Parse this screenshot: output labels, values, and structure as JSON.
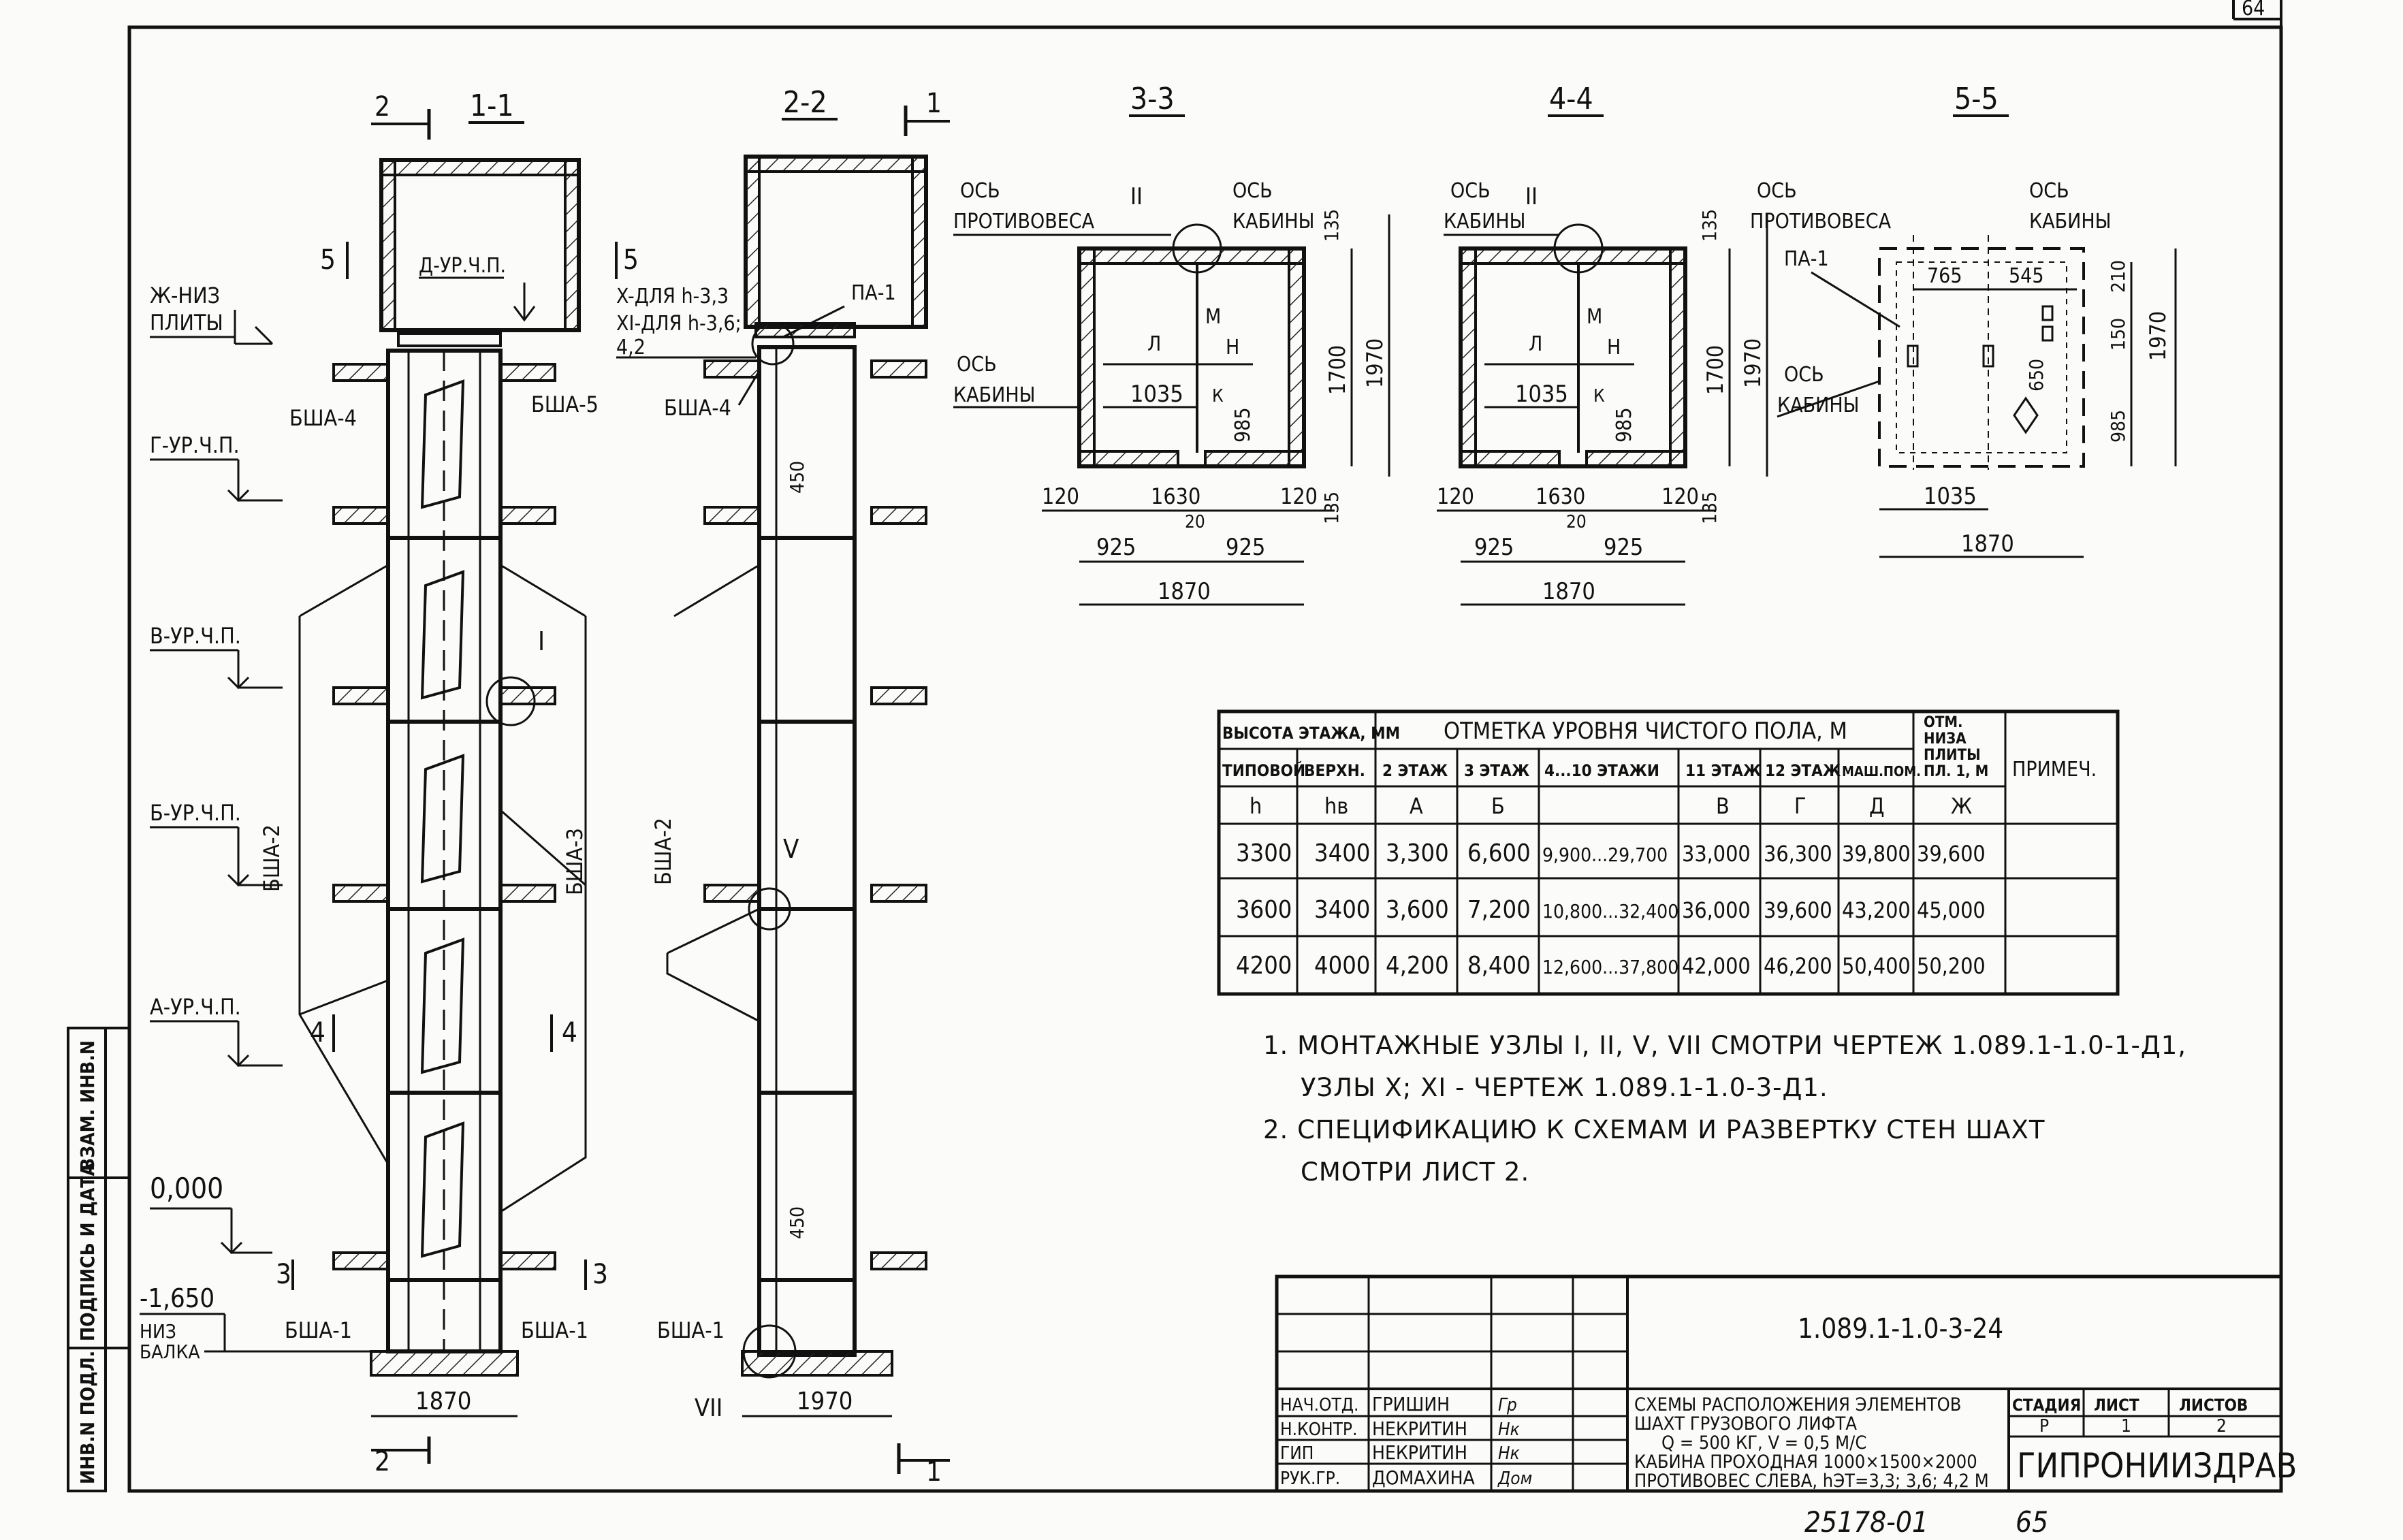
{
  "sheet": {
    "corner_number": "64",
    "bottom_number": "25178-01",
    "bottom_page": "65"
  },
  "side_stamp": [
    "ИНВ.N ПОДЛ.",
    "ПОДПИСЬ И ДАТА",
    "ВЗАМ. ИНВ.N"
  ],
  "sections": [
    "1-1",
    "2-2",
    "3-3",
    "4-4",
    "5-5"
  ],
  "cut_marks": [
    "2",
    "1",
    "5",
    "4",
    "3"
  ],
  "levels": {
    "zh": [
      "Ж-НИЗ",
      "ПЛИТЫ"
    ],
    "d": "Д-УР.Ч.П.",
    "g": "Г-УР.Ч.П.",
    "v": "В-УР.Ч.П.",
    "b": "Б-УР.Ч.П.",
    "a": "А-УР.Ч.П.",
    "zero": "0,000",
    "minus": "-1,650",
    "niz": "НИЗ",
    "balka": "БАЛКА"
  },
  "elements": {
    "bsha1": "БША-1",
    "bsha2": "БША-2",
    "bsha3": "БША-3",
    "bsha4": "БША-4",
    "bsha5": "БША-5",
    "pa1": "ПА-1"
  },
  "nodes": {
    "I": "I",
    "II": "II",
    "V": "V",
    "VII": "VII",
    "X": "X-ДЛЯ h-3,3",
    "XI": "XI-ДЛЯ h-3,6;",
    "XI2": "4,2"
  },
  "plan": {
    "os_protivovesa": [
      "ОСЬ",
      "ПРОТИВОВЕСА"
    ],
    "os_kabiny": [
      "ОСЬ",
      "КАБИНЫ"
    ],
    "m": "M",
    "l": "Л",
    "n": "Н",
    "k": "К",
    "dims": {
      "d1035": "1035",
      "d985": "985",
      "d1700": "1700",
      "d1970": "1970",
      "d135": "135",
      "d1630": "1630",
      "d120": "120",
      "d20": "20",
      "d925": "925",
      "d1870": "1870",
      "d765": "765",
      "d545": "545",
      "d210": "210",
      "d150": "150",
      "d650": "650",
      "d450": "450"
    }
  },
  "table": {
    "group1": "ВЫСОТА ЭТАЖА, ММ",
    "group2": "ОТМЕТКА УРОВНЯ ЧИСТОГО ПОЛА, М",
    "group3": [
      "ОТМ.",
      "НИЗА",
      "ПЛИТЫ",
      "ПЛ. 1, М"
    ],
    "primech": "ПРИМЕЧ.",
    "sub": [
      "ТИПОВОЙ",
      "ВЕРХН.",
      "2 ЭТАЖ",
      "3 ЭТАЖ",
      "4...10 ЭТАЖИ",
      "11 ЭТАЖ",
      "12 ЭТАЖ",
      "МАШ.ПОМ."
    ],
    "letters": [
      "h",
      "hв",
      "А",
      "Б",
      "",
      "В",
      "Г",
      "Д",
      "Ж"
    ],
    "rows": [
      [
        "3300",
        "3400",
        "3,300",
        "6,600",
        "9,900...29,700",
        "33,000",
        "36,300",
        "39,800",
        "39,600",
        ""
      ],
      [
        "3600",
        "3400",
        "3,600",
        "7,200",
        "10,800...32,400",
        "36,000",
        "39,600",
        "43,200",
        "45,000",
        ""
      ],
      [
        "4200",
        "4000",
        "4,200",
        "8,400",
        "12,600...37,800",
        "42,000",
        "46,200",
        "50,400",
        "50,200",
        ""
      ]
    ]
  },
  "notes": [
    "1. МОНТАЖНЫЕ УЗЛЫ I, II, V, VII СМОТРИ ЧЕРТЕЖ 1.089.1-1.0-1-Д1,",
    "УЗЛЫ X; XI - ЧЕРТЕЖ 1.089.1-1.0-3-Д1.",
    "2. СПЕЦИФИКАЦИЮ К СХЕМАМ И РАЗВЕРТКУ СТЕН ШАХТ",
    "СМОТРИ ЛИСТ 2."
  ],
  "title_block": {
    "code": "1.089.1-1.0-3-24",
    "title": [
      "СХЕМЫ РАСПОЛОЖЕНИЯ ЭЛЕМЕНТОВ",
      "ШАХТ ГРУЗОВОГО ЛИФТА",
      "Q = 500 КГ, V = 0,5 М/С",
      "КАБИНА ПРОХОДНАЯ 1000×1500×2000",
      "ПРОТИВОВЕС СЛЕВА, hЭТ=3,3; 3,6; 4,2 М"
    ],
    "stage_label": "СТАДИЯ",
    "sheet_label": "ЛИСТ",
    "sheets_label": "ЛИСТОВ",
    "stage": "Р",
    "sheet": "1",
    "sheets": "2",
    "org": "ГИПРОНИИЗДРАВ",
    "people": [
      {
        "role": "НАЧ.ОТД.",
        "name": "ГРИШИН",
        "sign": "Гр"
      },
      {
        "role": "Н.КОНТР.",
        "name": "НЕКРИТИН",
        "sign": "Нк"
      },
      {
        "role": "ГИП",
        "name": "НЕКРИТИН",
        "sign": "Нк"
      },
      {
        "role": "РУК.ГР.",
        "name": "ДОМАХИНА",
        "sign": "Дом"
      }
    ]
  }
}
